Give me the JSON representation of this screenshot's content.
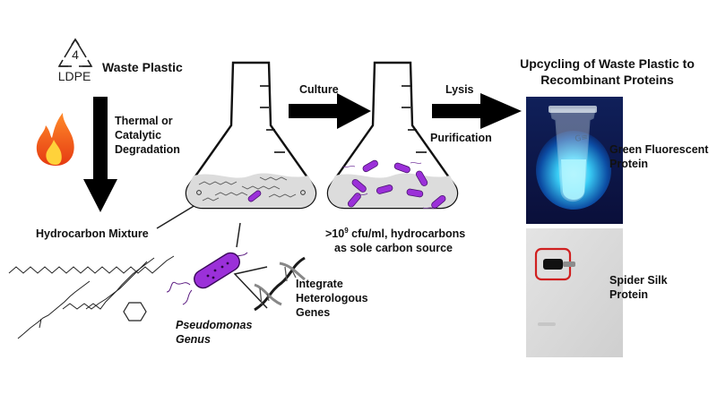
{
  "recycle_icon": {
    "number": "4",
    "code": "LDPE"
  },
  "labels": {
    "waste_plastic": "Waste Plastic",
    "thermal_line1": "Thermal or",
    "thermal_line2": "Catalytic",
    "thermal_line3": "Degradation",
    "hydrocarbon_mixture": "Hydrocarbon Mixture",
    "culture": "Culture",
    "lysis": "Lysis",
    "purification": "Purification",
    "cfu_prefix": ">10",
    "cfu_exponent": "9",
    "cfu_rest": " cfu/ml, hydrocarbons",
    "cfu_line2": "as sole carbon source",
    "integrate_line1": "Integrate",
    "integrate_line2": "Heterologous",
    "integrate_line3": "Genes",
    "pseudomonas": "Pseudomonas",
    "genus": "Genus",
    "gfp_line1": "Green Fluorescent",
    "gfp_line2": "Protein",
    "silk_line1": "Spider Silk",
    "silk_line2": "Protein"
  },
  "title": {
    "line1": "Upcycling of Waste Plastic to",
    "line2": "Recombinant Proteins"
  },
  "colors": {
    "bacteria": "#9b30d9",
    "bacteria_dark": "#5a1a80",
    "gfp_glow": "#3cd8ff",
    "gel_box": "#d02020",
    "flame_outer": "#f25a1e",
    "flame_inner": "#ffd23a"
  },
  "icons": [
    "recycle-icon",
    "fire-icon",
    "dna-icon",
    "bacterium-icon",
    "hexagon-icon"
  ]
}
